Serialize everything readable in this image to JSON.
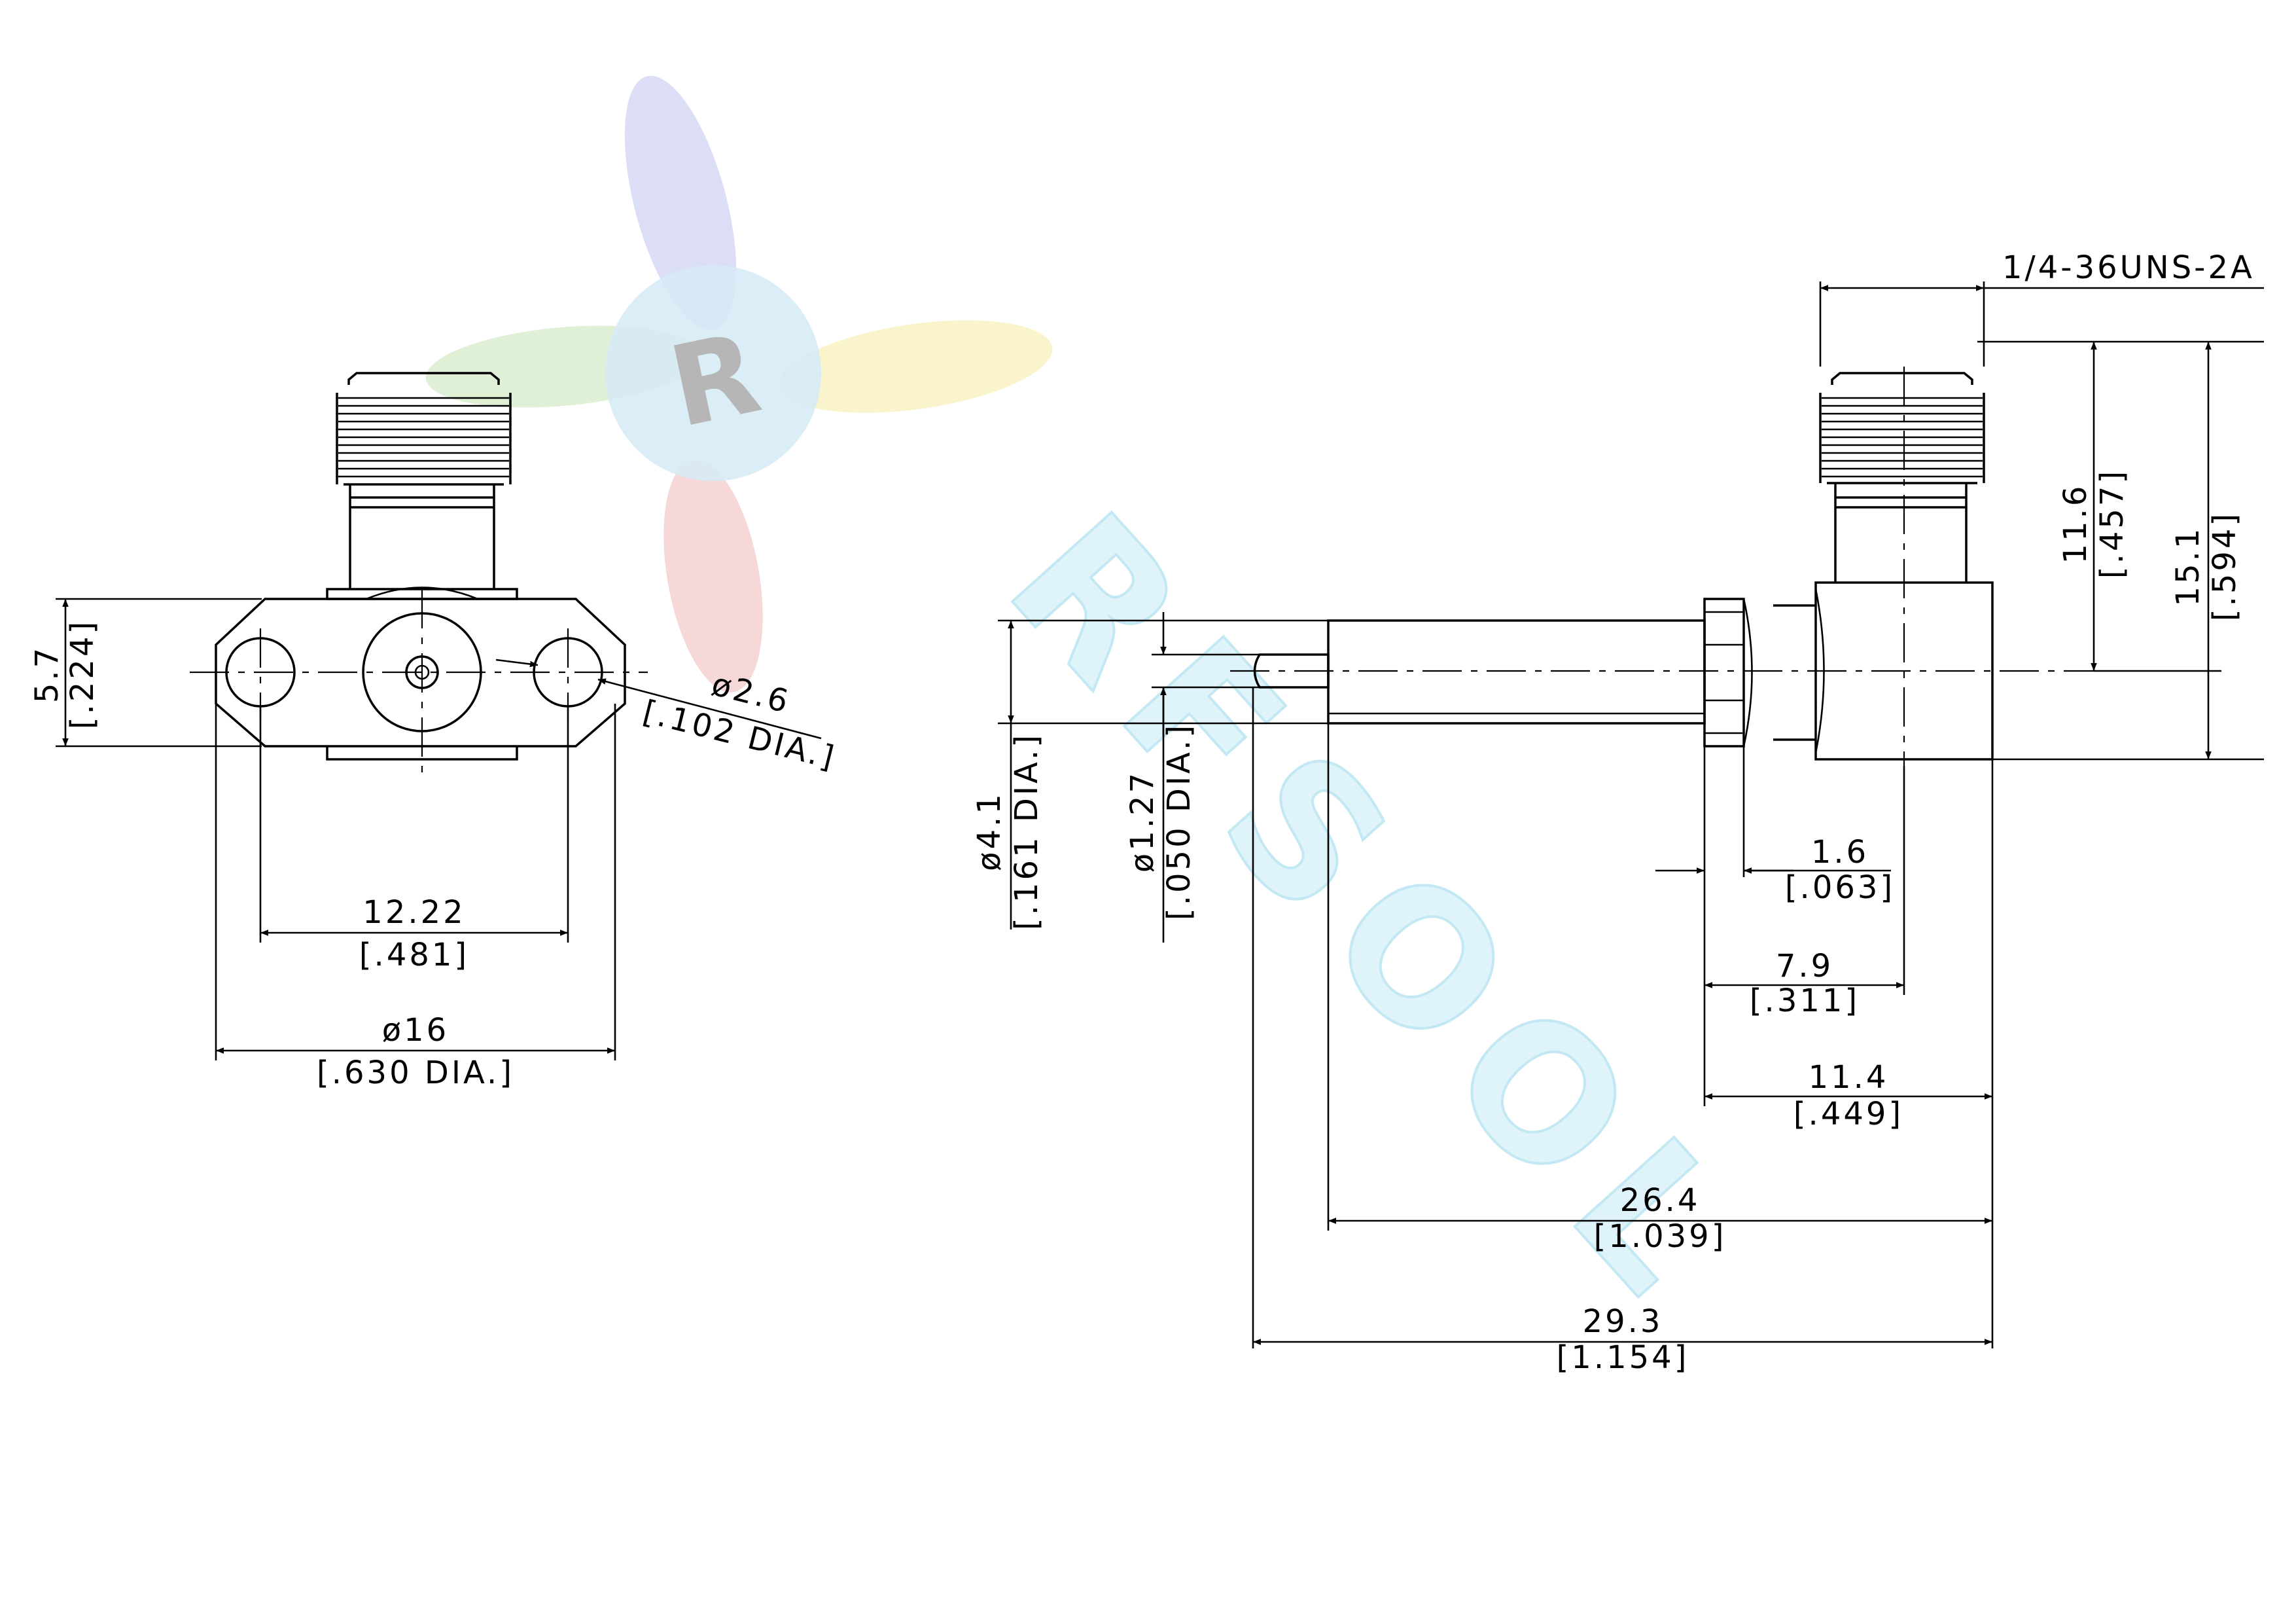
{
  "watermark": {
    "brand": "RFSOOL",
    "logo_letter": "R"
  },
  "front_view": {
    "flange_height": "5.7",
    "flange_height_in": "[.224]",
    "hole_diameter": "ø2.6",
    "hole_diameter_in": "[.102 DIA.]",
    "hole_spacing": "12.22",
    "hole_spacing_in": "[.481]",
    "flange_diameter": "ø16",
    "flange_diameter_in": "[.630 DIA.]"
  },
  "side_view": {
    "thread_spec": "1/4-36UNS-2A",
    "body_diameter": "ø4.1",
    "body_diameter_in": "[.161 DIA.]",
    "pin_diameter": "ø1.27",
    "pin_diameter_in": "[.050 DIA.]",
    "height_to_axis": "11.6",
    "height_to_axis_in": "[.457]",
    "overall_height": "15.1",
    "overall_height_in": "[.594]",
    "nut_width": "1.6",
    "nut_width_in": "[.063]",
    "nut_to_axis": "7.9",
    "nut_to_axis_in": "[.311]",
    "nut_to_end": "11.4",
    "nut_to_end_in": "[.449]",
    "body_length": "26.4",
    "body_length_in": "[1.039]",
    "overall_length": "29.3",
    "overall_length_in": "[1.154]"
  }
}
